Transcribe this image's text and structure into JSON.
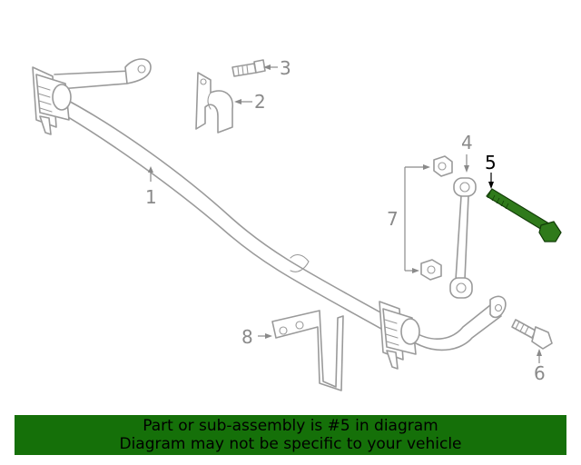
{
  "diagram": {
    "callouts": [
      {
        "id": "1",
        "label": "1"
      },
      {
        "id": "2",
        "label": "2"
      },
      {
        "id": "3",
        "label": "3"
      },
      {
        "id": "4",
        "label": "4"
      },
      {
        "id": "5",
        "label": "5",
        "highlighted": true
      },
      {
        "id": "6",
        "label": "6"
      },
      {
        "id": "7",
        "label": "7"
      },
      {
        "id": "8",
        "label": "8"
      }
    ],
    "highlight_color": "#2f7a1b",
    "line_color": "#9a9a9a"
  },
  "banner": {
    "line1": "Part or sub-assembly is #5 in diagram",
    "line2": "Diagram may not be specific to your vehicle",
    "background": "#157009"
  }
}
